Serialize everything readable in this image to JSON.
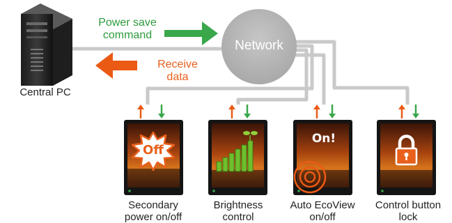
{
  "colors": {
    "green_arrow": "#3aa74a",
    "orange_arrow": "#ea5a14",
    "green_text": "#2e9b3e",
    "orange_text": "#e8601c",
    "cable": "#c9c9c9",
    "network_circle": "#b9b9b9"
  },
  "central_pc": {
    "label": "Central PC",
    "icon": "desktop-tower-icon"
  },
  "network": {
    "label": "Network"
  },
  "arrows": {
    "power_save_line1": "Power save",
    "power_save_line2": "command",
    "receive_line1": "Receive",
    "receive_line2": "data"
  },
  "monitors": [
    {
      "screen_text": "Off",
      "line1": "Secondary",
      "line2": "power on/off",
      "icon": "burst-off-icon"
    },
    {
      "screen_text": "",
      "line1": "Brightness",
      "line2": "control",
      "icon": "brightness-bars-sprout-icon"
    },
    {
      "screen_text": "On!",
      "line1": "Auto EcoView",
      "line2": "on/off",
      "icon": "concentric-circles-sensor-icon"
    },
    {
      "screen_text": "",
      "line1": "Control button",
      "line2": "lock",
      "icon": "padlock-icon"
    }
  ]
}
